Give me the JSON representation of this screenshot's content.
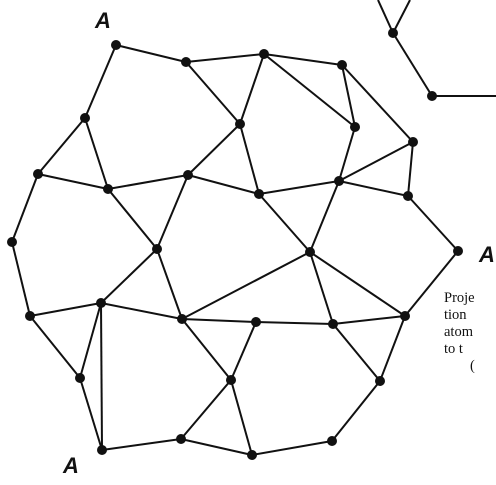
{
  "vertex_labels": [
    "A",
    "A",
    "A"
  ],
  "caption_lines": [
    "Proje",
    "tion",
    "atom",
    "to   t",
    "("
  ],
  "colors": {
    "ink": "#111111",
    "background": "#ffffff"
  },
  "graph": {
    "nodes": [
      {
        "id": "n1"
      },
      {
        "id": "n2"
      },
      {
        "id": "n3"
      },
      {
        "id": "n4"
      },
      {
        "id": "n5"
      },
      {
        "id": "n6"
      },
      {
        "id": "n7"
      },
      {
        "id": "n8"
      },
      {
        "id": "n9"
      },
      {
        "id": "n10"
      },
      {
        "id": "n11"
      },
      {
        "id": "n12"
      },
      {
        "id": "n13"
      },
      {
        "id": "n14"
      },
      {
        "id": "n15"
      },
      {
        "id": "n16"
      },
      {
        "id": "n17"
      },
      {
        "id": "n18"
      },
      {
        "id": "n19"
      },
      {
        "id": "n20"
      },
      {
        "id": "n21"
      },
      {
        "id": "n22"
      },
      {
        "id": "n23"
      },
      {
        "id": "n24"
      },
      {
        "id": "n25"
      },
      {
        "id": "n26"
      },
      {
        "id": "n27"
      },
      {
        "id": "n28"
      },
      {
        "id": "n29"
      },
      {
        "id": "n30"
      },
      {
        "id": "n31"
      },
      {
        "id": "n32"
      },
      {
        "id": "n33"
      },
      {
        "id": "n34"
      },
      {
        "id": "n35"
      },
      {
        "id": "t1"
      },
      {
        "id": "t2"
      }
    ],
    "edges": [
      [
        "n1",
        "n2"
      ],
      [
        "n2",
        "n3"
      ],
      [
        "n3",
        "n4"
      ],
      [
        "n4",
        "n9"
      ],
      [
        "n9",
        "n14"
      ],
      [
        "n14",
        "n18"
      ],
      [
        "n18",
        "n25"
      ],
      [
        "n25",
        "n30"
      ],
      [
        "n30",
        "n35"
      ],
      [
        "n35",
        "n34"
      ],
      [
        "n34",
        "n33"
      ],
      [
        "n33",
        "n32"
      ],
      [
        "n32",
        "n31"
      ],
      [
        "n31",
        "n26"
      ],
      [
        "n26",
        "n19"
      ],
      [
        "n19",
        "n15"
      ],
      [
        "n15",
        "n10"
      ],
      [
        "n10",
        "n5"
      ],
      [
        "n5",
        "n1"
      ],
      [
        "n2",
        "n6"
      ],
      [
        "n3",
        "n6"
      ],
      [
        "n6",
        "n11"
      ],
      [
        "n6",
        "n7"
      ],
      [
        "n7",
        "n12"
      ],
      [
        "n8",
        "n11"
      ],
      [
        "n8",
        "n12"
      ],
      [
        "n4",
        "n8"
      ],
      [
        "n8",
        "n9"
      ],
      [
        "n5",
        "n10"
      ],
      [
        "n1",
        "n5"
      ],
      [
        "n10",
        "n11"
      ],
      [
        "n11",
        "n16"
      ],
      [
        "n16",
        "n17"
      ],
      [
        "n12",
        "n17"
      ],
      [
        "n12",
        "n13"
      ],
      [
        "n13",
        "n14"
      ],
      [
        "n13",
        "n17"
      ],
      [
        "n15",
        "n21"
      ],
      [
        "n16",
        "n20"
      ],
      [
        "n16",
        "n21"
      ],
      [
        "n17",
        "n23"
      ],
      [
        "n17",
        "n24"
      ],
      [
        "n18",
        "n24"
      ],
      [
        "n19",
        "n20"
      ],
      [
        "n20",
        "n21"
      ],
      [
        "n20",
        "n26"
      ],
      [
        "n20",
        "n27"
      ],
      [
        "n21",
        "n22"
      ],
      [
        "n22",
        "n23"
      ],
      [
        "n22",
        "n28"
      ],
      [
        "n21",
        "n28"
      ],
      [
        "n23",
        "n24"
      ],
      [
        "n23",
        "n29"
      ],
      [
        "n24",
        "n25"
      ],
      [
        "n24",
        "n30"
      ],
      [
        "n26",
        "n27"
      ],
      [
        "n27",
        "n28"
      ],
      [
        "n27",
        "n32"
      ],
      [
        "n28",
        "n32"
      ],
      [
        "n28",
        "n33"
      ],
      [
        "n28",
        "n29"
      ],
      [
        "n29",
        "n34"
      ],
      [
        "n29",
        "n35"
      ],
      [
        "t1",
        "t2"
      ]
    ]
  }
}
